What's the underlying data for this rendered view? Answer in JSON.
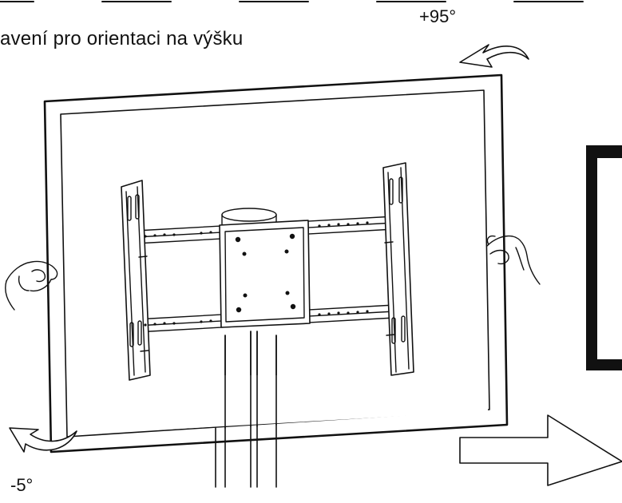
{
  "caption": "avení pro orientaci na výšku",
  "angles": {
    "clockwise_label": "+95°",
    "counterclockwise_label": "-5°"
  },
  "colors": {
    "line": "#111111",
    "background": "#ffffff"
  },
  "icons": {
    "rotate_clockwise": "curved-arrow-icon",
    "rotate_counterclockwise": "curved-arrow-icon",
    "next_step": "right-arrow-icon"
  }
}
